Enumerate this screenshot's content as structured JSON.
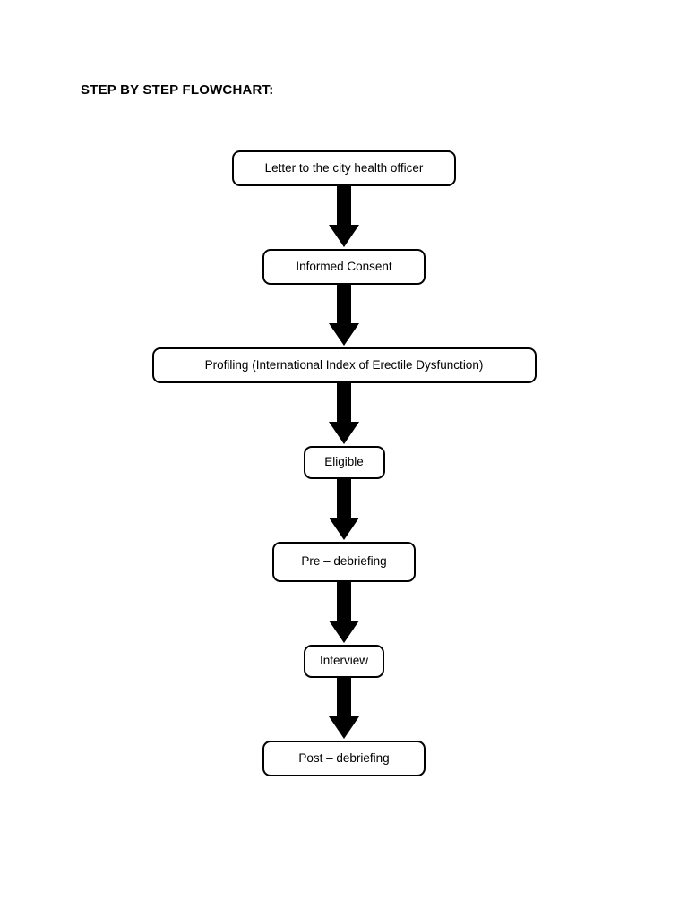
{
  "document": {
    "title": "STEP BY STEP FLOWCHART:"
  },
  "flowchart": {
    "type": "flowchart",
    "orientation": "vertical-top-to-bottom",
    "node_shape": "rounded-rectangle",
    "connector_shape": "solid-down-arrow",
    "border_color": "#000000",
    "fill_color": "#ffffff",
    "text_color": "#000000",
    "nodes": [
      {
        "id": "step-1",
        "label": "Letter to the city health officer",
        "size": "l"
      },
      {
        "id": "step-2",
        "label": "Informed Consent",
        "size": "m"
      },
      {
        "id": "step-3",
        "label": "Profiling (International Index of Erectile Dysfunction)",
        "size": "xl"
      },
      {
        "id": "step-4",
        "label": "Eligible",
        "size": "xs"
      },
      {
        "id": "step-5",
        "label": "Pre – debriefing",
        "size": "s"
      },
      {
        "id": "step-6",
        "label": "Interview",
        "size": "sm"
      },
      {
        "id": "step-7",
        "label": "Post – debriefing",
        "size": "m"
      }
    ],
    "connectors": [
      {
        "id": "arrow-1",
        "from": "step-1",
        "to": "step-2",
        "icon": "arrow-down-icon"
      },
      {
        "id": "arrow-2",
        "from": "step-2",
        "to": "step-3",
        "icon": "arrow-down-icon"
      },
      {
        "id": "arrow-3",
        "from": "step-3",
        "to": "step-4",
        "icon": "arrow-down-icon"
      },
      {
        "id": "arrow-4",
        "from": "step-4",
        "to": "step-5",
        "icon": "arrow-down-icon"
      },
      {
        "id": "arrow-5",
        "from": "step-5",
        "to": "step-6",
        "icon": "arrow-down-icon"
      },
      {
        "id": "arrow-6",
        "from": "step-6",
        "to": "step-7",
        "icon": "arrow-down-icon"
      }
    ]
  }
}
